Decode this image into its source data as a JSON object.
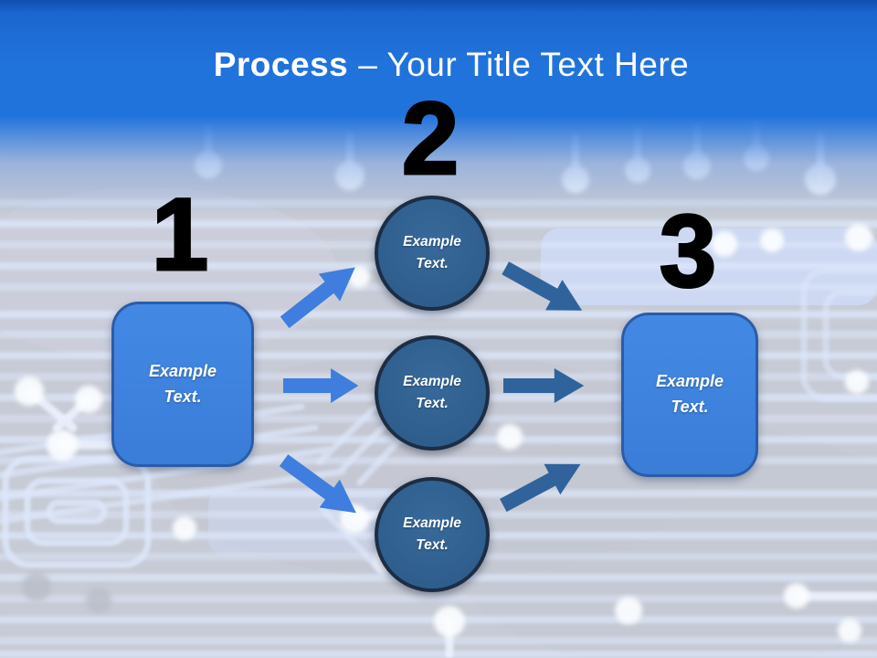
{
  "slide": {
    "title": {
      "emphasis": "Process",
      "rest": "– Your Title Text Here"
    }
  },
  "diagram": {
    "numbers": [
      "1",
      "2",
      "3"
    ],
    "left_box": {
      "line1": "Example",
      "line2": "Text."
    },
    "circles": [
      {
        "line1": "Example",
        "line2": "Text."
      },
      {
        "line1": "Example",
        "line2": "Text."
      },
      {
        "line1": "Example",
        "line2": "Text."
      }
    ],
    "right_box": {
      "line1": "Example",
      "line2": "Text."
    },
    "arrows": [
      {
        "from": "left-box",
        "to": "circle-top",
        "direction": "up-right"
      },
      {
        "from": "left-box",
        "to": "circle-middle",
        "direction": "right"
      },
      {
        "from": "left-box",
        "to": "circle-bottom",
        "direction": "down-right"
      },
      {
        "from": "circle-top",
        "to": "right-box",
        "direction": "down-right"
      },
      {
        "from": "circle-middle",
        "to": "right-box",
        "direction": "right"
      },
      {
        "from": "circle-bottom",
        "to": "right-box",
        "direction": "up-right"
      }
    ]
  },
  "colors": {
    "header_blue": "#2173DC",
    "header_blue_dark": "#0F4FB0",
    "title_text": "#FFFFFF",
    "step_number": "#000000",
    "box_fill": "#3D82DD",
    "box_border": "#2B5CA8",
    "circle_fill": "#31618F",
    "circle_border": "#1C2D45",
    "arrow_left_group": "#3F7EDE",
    "arrow_right_group": "#30639B",
    "background_base": "#C7CBD5",
    "background_trace": "#DCE6FA"
  }
}
